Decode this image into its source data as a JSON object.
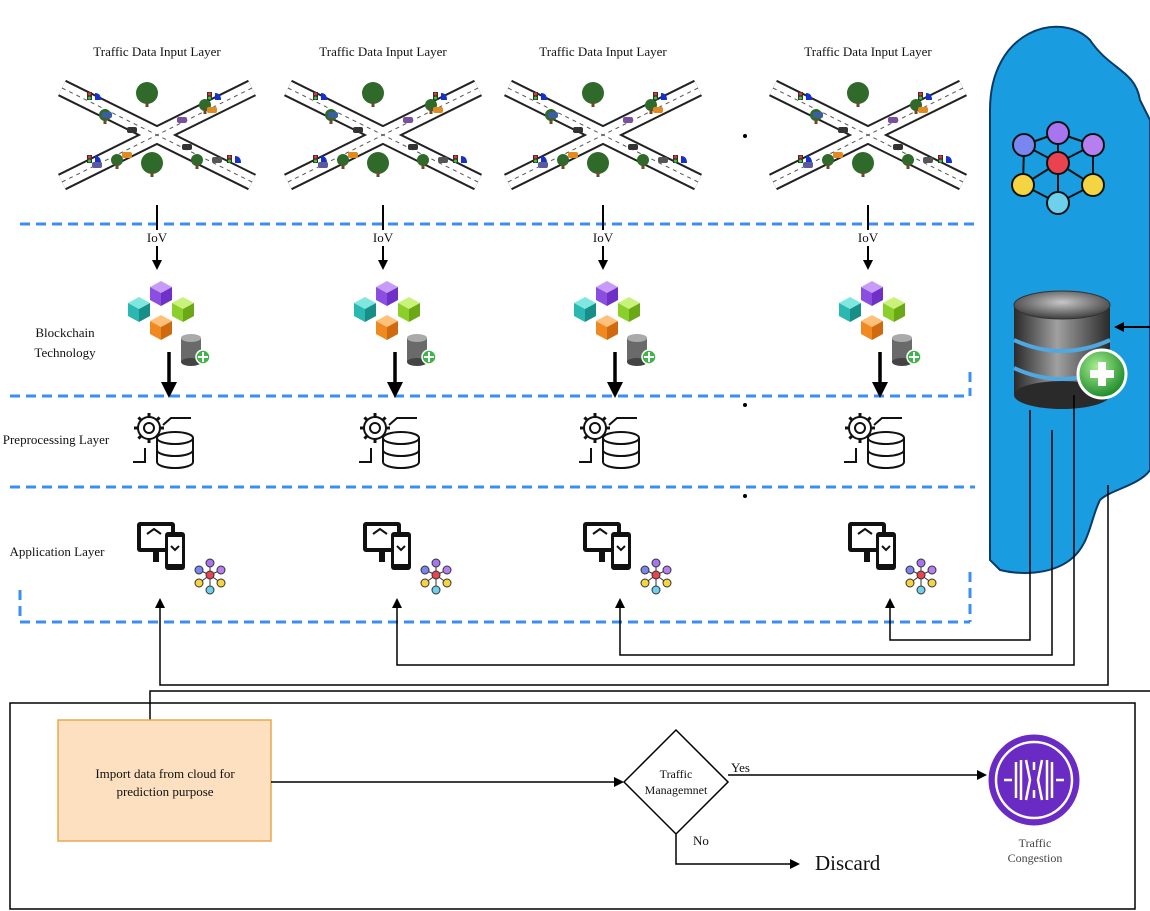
{
  "columns": [
    {
      "title": "Traffic Data Input Layer",
      "iov": "IoV"
    },
    {
      "title": "Traffic Data Input Layer",
      "iov": "IoV"
    },
    {
      "title": "Traffic Data Input Layer",
      "iov": "IoV"
    },
    {
      "title": "Traffic Data Input Layer",
      "iov": "IoV"
    }
  ],
  "layers": {
    "blockchain": "Blockchain Technology",
    "preprocessing": "Preprocessing Layer",
    "application": "Application Layer"
  },
  "prediction": {
    "box_label": "Import data from cloud for prediction purpose",
    "decision": "Traffic Managemnet",
    "yes": "Yes",
    "no": "No",
    "discard": "Discard",
    "result": "Traffic Congestion"
  },
  "colors": {
    "cloud": "#1a9de0",
    "dashed": "#3a8ff0",
    "box_fill": "#fce0c0",
    "box_stroke": "#e8a850",
    "congestion": "#6a2bc4"
  }
}
